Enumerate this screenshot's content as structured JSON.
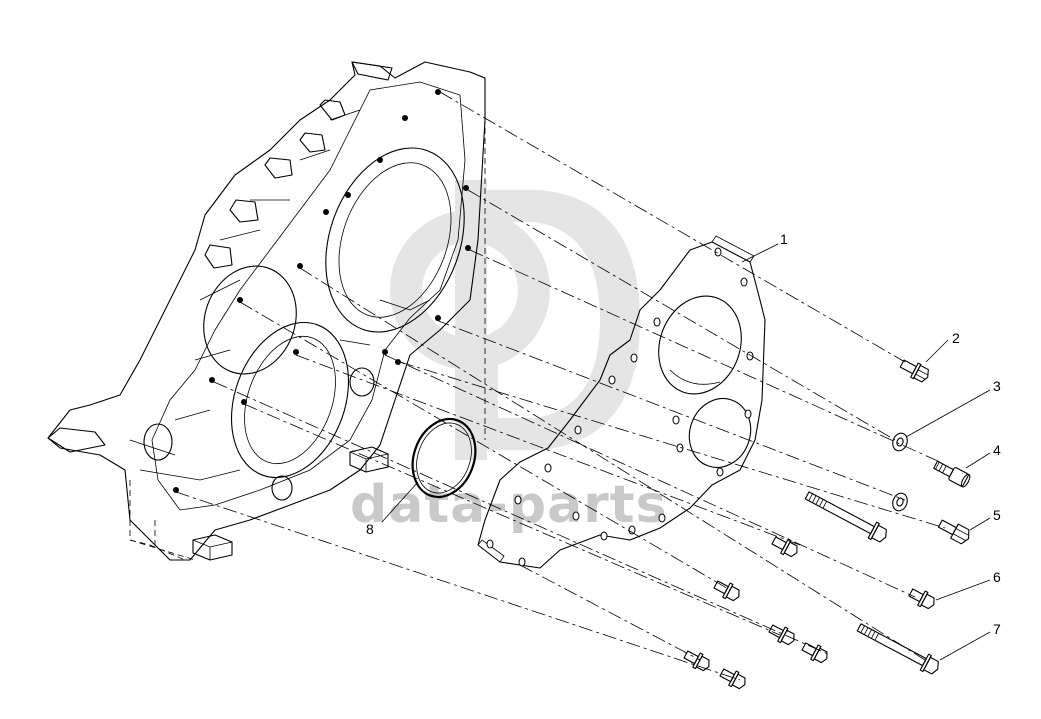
{
  "callouts": [
    {
      "id": "1",
      "label": "1"
    },
    {
      "id": "2",
      "label": "2"
    },
    {
      "id": "3",
      "label": "3"
    },
    {
      "id": "4",
      "label": "4"
    },
    {
      "id": "5",
      "label": "5"
    },
    {
      "id": "6",
      "label": "6"
    },
    {
      "id": "7",
      "label": "7"
    },
    {
      "id": "8",
      "label": "8"
    }
  ],
  "watermark": {
    "text": "data-parts",
    "color": "#c9c9c9"
  },
  "colors": {
    "line": "#000000",
    "background": "#ffffff"
  }
}
